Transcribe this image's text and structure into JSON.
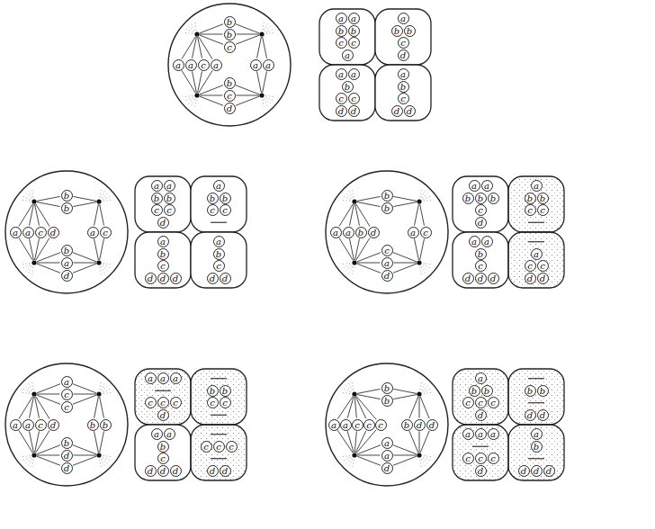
{
  "diagram": {
    "nodes": [
      {
        "text": [
          "b"
        ]
      },
      {
        "text": [
          "b"
        ]
      },
      {
        "text": [
          "c"
        ]
      },
      {
        "text": [
          "a"
        ]
      },
      {
        "text": [
          "a"
        ]
      },
      {
        "text": [
          "c"
        ]
      },
      {
        "text": [
          "a"
        ]
      },
      {
        "text": [
          "a"
        ]
      },
      {
        "text": [
          "a"
        ]
      },
      {
        "text": [
          "b"
        ]
      },
      {
        "text": [
          "c"
        ]
      },
      {
        "text": [
          "d"
        ]
      },
      {
        "text": [
          "a"
        ]
      },
      {
        "text": [
          "a"
        ]
      },
      {
        "text": [
          "b"
        ]
      },
      {
        "text": [
          "b"
        ]
      },
      {
        "text": [
          "c"
        ]
      },
      {
        "text": [
          "c"
        ]
      },
      {
        "text": [
          "a"
        ]
      },
      {
        "text": [
          "a"
        ]
      },
      {
        "text": [
          "b"
        ]
      },
      {
        "text": [
          "b"
        ]
      },
      {
        "text": [
          "c"
        ]
      },
      {
        "text": [
          "d"
        ]
      },
      {
        "text": [
          "a"
        ]
      },
      {
        "text": [
          "a"
        ]
      },
      {
        "text": [
          "b"
        ]
      },
      {
        "text": [
          "c"
        ]
      },
      {
        "text": [
          "c"
        ]
      },
      {
        "text": [
          "d"
        ]
      },
      {
        "text": [
          "d"
        ]
      },
      {
        "text": [
          "a"
        ]
      },
      {
        "text": [
          "b"
        ]
      },
      {
        "text": [
          "c"
        ]
      },
      {
        "text": [
          "d"
        ]
      },
      {
        "text": [
          "d"
        ]
      },
      {
        "text": [
          "b"
        ]
      },
      {
        "text": [
          "b"
        ]
      },
      {
        "text": [
          "a"
        ]
      },
      {
        "text": [
          "a"
        ]
      },
      {
        "text": [
          "c"
        ]
      },
      {
        "text": [
          "d"
        ]
      },
      {
        "text": [
          "a"
        ]
      },
      {
        "text": [
          "c"
        ]
      },
      {
        "text": [
          "b"
        ]
      },
      {
        "text": [
          "a"
        ]
      },
      {
        "text": [
          "d"
        ]
      },
      {
        "text": [
          "a"
        ]
      },
      {
        "text": [
          "a"
        ]
      },
      {
        "text": [
          "b"
        ]
      },
      {
        "text": [
          "b"
        ]
      },
      {
        "text": [
          "c"
        ]
      },
      {
        "text": [
          "c"
        ]
      },
      {
        "text": [
          "d"
        ]
      },
      {
        "text": [
          "a"
        ]
      },
      {
        "text": [
          "b"
        ]
      },
      {
        "text": [
          "b"
        ]
      },
      {
        "text": [
          "c"
        ]
      },
      {
        "text": [
          "c"
        ]
      },
      {
        "text": [
          "a"
        ]
      },
      {
        "text": [
          "b"
        ]
      },
      {
        "text": [
          "c"
        ]
      },
      {
        "text": [
          "d"
        ]
      },
      {
        "text": [
          "d"
        ]
      },
      {
        "text": [
          "d"
        ]
      },
      {
        "text": [
          "a"
        ]
      },
      {
        "text": [
          "b"
        ]
      },
      {
        "text": [
          "c"
        ]
      },
      {
        "text": [
          "d"
        ]
      },
      {
        "text": [
          "d"
        ]
      },
      {
        "text": [
          "b"
        ]
      },
      {
        "text": [
          "b"
        ]
      },
      {
        "text": [
          "a"
        ]
      },
      {
        "text": [
          "a"
        ]
      },
      {
        "text": [
          "b"
        ]
      },
      {
        "text": [
          "d"
        ]
      },
      {
        "text": [
          "a"
        ]
      },
      {
        "text": [
          "c"
        ]
      },
      {
        "text": [
          "c"
        ]
      },
      {
        "text": [
          "a"
        ]
      },
      {
        "text": [
          "d"
        ]
      },
      {
        "text": [
          "a"
        ]
      },
      {
        "text": [
          "a"
        ]
      },
      {
        "text": [
          "b"
        ]
      },
      {
        "text": [
          "b"
        ]
      },
      {
        "text": [
          "b"
        ]
      },
      {
        "text": [
          "c"
        ]
      },
      {
        "text": [
          "d"
        ]
      },
      {
        "text": [
          "a"
        ]
      },
      {
        "text": [
          "b"
        ]
      },
      {
        "text": [
          "b"
        ]
      },
      {
        "text": [
          "c"
        ]
      },
      {
        "text": [
          "c"
        ]
      },
      {
        "text": [
          "a"
        ]
      },
      {
        "text": [
          "a"
        ]
      },
      {
        "text": [
          "b"
        ]
      },
      {
        "text": [
          "c"
        ]
      },
      {
        "text": [
          "d"
        ]
      },
      {
        "text": [
          "d"
        ]
      },
      {
        "text": [
          "d"
        ]
      },
      {
        "text": [
          "a"
        ]
      },
      {
        "text": [
          "c"
        ]
      },
      {
        "text": [
          "c"
        ]
      },
      {
        "text": [
          "d"
        ]
      },
      {
        "text": [
          "d"
        ]
      },
      {
        "text": [
          "a"
        ]
      },
      {
        "text": [
          "c"
        ]
      },
      {
        "text": [
          "c"
        ]
      },
      {
        "text": [
          "a"
        ]
      },
      {
        "text": [
          "a"
        ]
      },
      {
        "text": [
          "c"
        ]
      },
      {
        "text": [
          "d"
        ]
      },
      {
        "text": [
          "b"
        ]
      },
      {
        "text": [
          "b"
        ]
      },
      {
        "text": [
          "b"
        ]
      },
      {
        "text": [
          "d"
        ]
      },
      {
        "text": [
          "d"
        ]
      },
      {
        "text": [
          "a"
        ]
      },
      {
        "text": [
          "a"
        ]
      },
      {
        "text": [
          "a"
        ]
      },
      {
        "text": [
          "c"
        ]
      },
      {
        "text": [
          "c"
        ]
      },
      {
        "text": [
          "c"
        ]
      },
      {
        "text": [
          "d"
        ]
      },
      {
        "text": [
          "b"
        ]
      },
      {
        "text": [
          "b"
        ]
      },
      {
        "text": [
          "c"
        ]
      },
      {
        "text": [
          "c"
        ]
      },
      {
        "text": [
          "a"
        ]
      },
      {
        "text": [
          "a"
        ]
      },
      {
        "text": [
          "b"
        ]
      },
      {
        "text": [
          "c"
        ]
      },
      {
        "text": [
          "d"
        ]
      },
      {
        "text": [
          "d"
        ]
      },
      {
        "text": [
          "d"
        ]
      },
      {
        "text": [
          "c"
        ]
      },
      {
        "text": [
          "c"
        ]
      },
      {
        "text": [
          "c"
        ]
      },
      {
        "text": [
          "d"
        ]
      },
      {
        "text": [
          "d"
        ]
      },
      {
        "text": [
          "b"
        ]
      },
      {
        "text": [
          "b"
        ]
      },
      {
        "text": [
          "a"
        ]
      },
      {
        "text": [
          "a"
        ]
      },
      {
        "text": [
          "c"
        ]
      },
      {
        "text": [
          "c"
        ]
      },
      {
        "text": [
          "c"
        ]
      },
      {
        "text": [
          "b"
        ]
      },
      {
        "text": [
          "d"
        ]
      },
      {
        "text": [
          "d"
        ]
      },
      {
        "text": [
          "a"
        ]
      },
      {
        "text": [
          "a"
        ]
      },
      {
        "text": [
          "d"
        ]
      },
      {
        "text": [
          "a"
        ]
      },
      {
        "text": [
          "b"
        ]
      },
      {
        "text": [
          "b"
        ]
      },
      {
        "text": [
          "c"
        ]
      },
      {
        "text": [
          "c"
        ]
      },
      {
        "text": [
          "c"
        ]
      },
      {
        "text": [
          "d"
        ]
      },
      {
        "text": [
          "b"
        ]
      },
      {
        "text": [
          "b"
        ]
      },
      {
        "text": [
          "d"
        ]
      },
      {
        "text": [
          "d"
        ]
      },
      {
        "text": [
          "a"
        ]
      },
      {
        "text": [
          "a"
        ]
      },
      {
        "text": [
          "a"
        ]
      },
      {
        "text": [
          "c"
        ]
      },
      {
        "text": [
          "c"
        ]
      },
      {
        "text": [
          "c"
        ]
      },
      {
        "text": [
          "d"
        ]
      },
      {
        "text": [
          "a"
        ]
      },
      {
        "text": [
          "b"
        ]
      },
      {
        "text": [
          "d"
        ]
      },
      {
        "text": [
          "d"
        ]
      },
      {
        "text": [
          "d"
        ]
      }
    ]
  }
}
